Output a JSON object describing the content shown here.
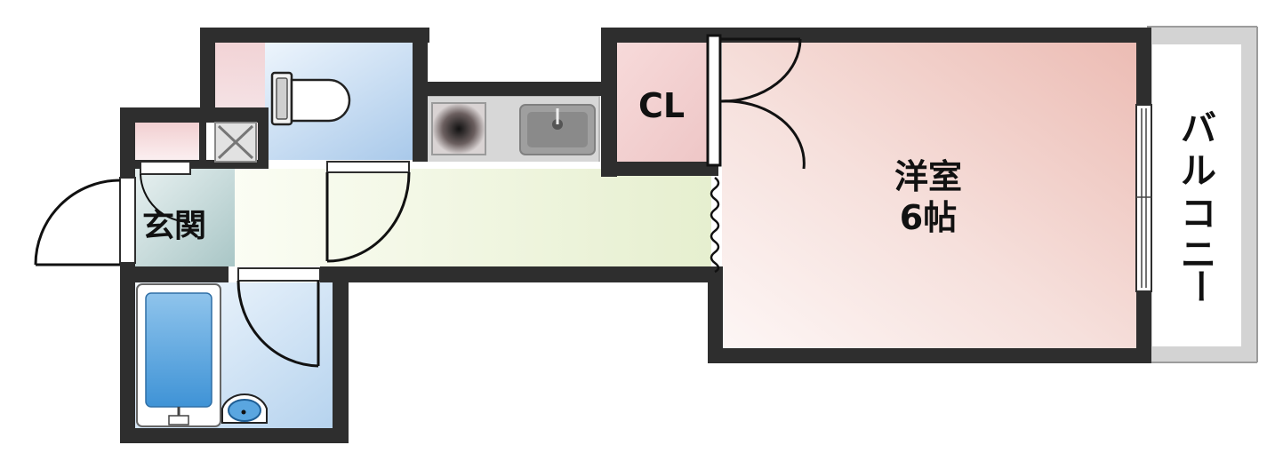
{
  "labels": {
    "entrance": "玄関",
    "closet": "CL",
    "room_name": "洋室",
    "room_size": "6帖",
    "balcony": [
      "バ",
      "ル",
      "コ",
      "ニ",
      "ー"
    ]
  },
  "colors": {
    "wall": "#2e2e2e",
    "balcony_frame": "#b5b5b5",
    "toilet_fill": "#bcd6ee",
    "closet_fill": "#f1cfcf",
    "room_fill": "#f2d5d2",
    "hall_fill": "#eef4dc",
    "entrance_fill": "#c9dedd",
    "bath_fill": "#c6ddf1"
  }
}
